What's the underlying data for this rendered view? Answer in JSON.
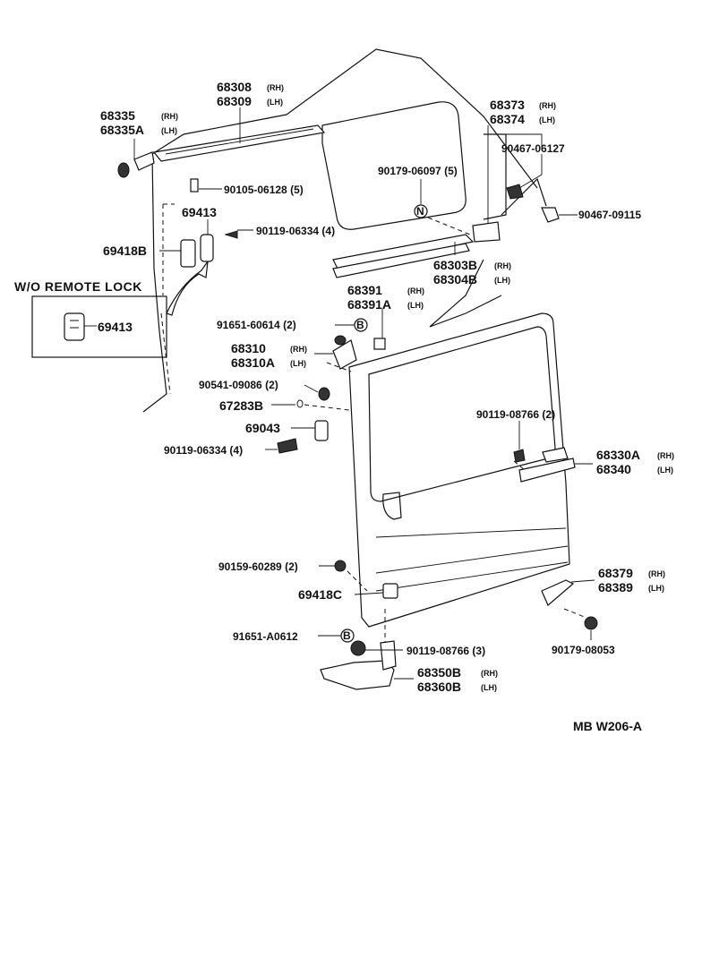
{
  "diagram": {
    "inset_title": "W/O REMOTE  LOCK",
    "inset_part": "69413",
    "footer_code": "MB W206-A",
    "circle_marks": {
      "n": "N",
      "b1": "B",
      "b2": "B"
    },
    "labels": {
      "p68308": "68308",
      "p68308_side": "(RH)",
      "p68309": "68309",
      "p68309_side": "(LH)",
      "p68335": "68335",
      "p68335_side": "(RH)",
      "p68335A": "68335A",
      "p68335A_side": "(LH)",
      "p68373": "68373",
      "p68373_side": "(RH)",
      "p68374": "68374",
      "p68374_side": "(LH)",
      "p90467_06127": "90467-06127",
      "p90179_06097": "90179-06097 (5)",
      "p90105_06128": "90105-06128 (5)",
      "p69413": "69413",
      "p90467_09115": "90467-09115",
      "p90119_06334_top": "90119-06334 (4)",
      "p69418B": "69418B",
      "p68303B": "68303B",
      "p68303B_side": "(RH)",
      "p68304B": "68304B",
      "p68304B_side": "(LH)",
      "p68391": "68391",
      "p68391_side": "(RH)",
      "p68391A": "68391A",
      "p68391A_side": "(LH)",
      "p91651_60614": "91651-60614 (2)",
      "p68310": "68310",
      "p68310_side": "(RH)",
      "p68310A": "68310A",
      "p68310A_side": "(LH)",
      "p90541_09086": "90541-09086 (2)",
      "p67283B": "67283B",
      "p69043": "69043",
      "p90119_06334_bot": "90119-06334 (4)",
      "p90119_08766_2": "90119-08766 (2)",
      "p68330A": "68330A",
      "p68330A_side": "(RH)",
      "p68340": "68340",
      "p68340_side": "(LH)",
      "p90159_60289": "90159-60289 (2)",
      "p68379": "68379",
      "p68379_side": "(RH)",
      "p68389": "68389",
      "p68389_side": "(LH)",
      "p69418C": "69418C",
      "p90179_08053": "90179-08053",
      "p91651_A0612": "91651-A0612",
      "p90119_08766_3": "90119-08766 (3)",
      "p68350B": "68350B",
      "p68350B_side": "(RH)",
      "p68360B": "68360B",
      "p68360B_side": "(LH)"
    }
  }
}
